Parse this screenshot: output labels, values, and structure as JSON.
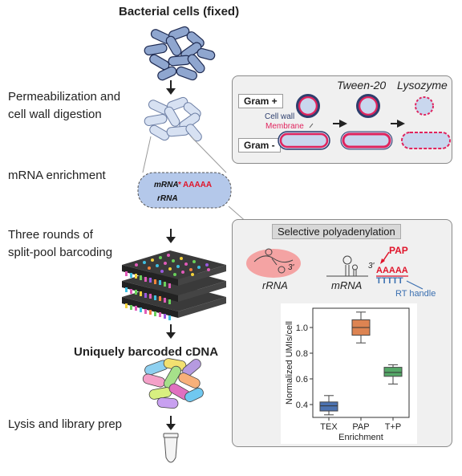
{
  "left_steps": {
    "step1": "Bacterial cells (fixed)",
    "step2_line1": "Permeabilization and",
    "step2_line2": "cell wall digestion",
    "step3": "mRNA enrichment",
    "step4_line1": "Three rounds of",
    "step4_line2": "split-pool barcoding",
    "step5": "Uniquely barcoded cDNA",
    "step6": "Lysis and library prep"
  },
  "enrichment_box": {
    "mrna": "mRNA",
    "polya": "AAAAA",
    "rrna": "rRNA"
  },
  "top_panel": {
    "gram_pos": "Gram +",
    "gram_neg": "Gram -",
    "tween": "Tween-20",
    "lysozyme": "Lysozyme",
    "cell_wall": "Cell wall",
    "membrane": "Membrane"
  },
  "bottom_panel": {
    "title": "Selective polyadenylation",
    "rrna": "rRNA",
    "mrna": "mRNA",
    "pap": "PAP",
    "three_prime": "3'",
    "polya": "AAAAA",
    "polyt": "TTTTT",
    "rt_handle": "RT handle"
  },
  "colors": {
    "membrane": "#e0245e",
    "cell_fill": "#c9d7ee",
    "cell_dark": "#2e3f6e",
    "rrna_blob": "#f4a3a3",
    "polya_red": "#e0142a",
    "rt_blue": "#3a6fb0"
  },
  "chart_data": {
    "type": "box",
    "ylabel": "Normalized UMIs/cell",
    "xlabel": "Enrichment",
    "categories": [
      "TEX",
      "PAP",
      "T+P"
    ],
    "ylim": [
      0.3,
      1.15
    ],
    "yticks": [
      0.4,
      0.6,
      0.8,
      1.0
    ],
    "ytick_labels": [
      "0.4",
      "0.6",
      "0.8",
      "1.0"
    ],
    "boxes": [
      {
        "category": "TEX",
        "min": 0.32,
        "q1": 0.35,
        "median": 0.39,
        "q3": 0.42,
        "max": 0.47,
        "color": "#4c72b0"
      },
      {
        "category": "PAP",
        "min": 0.88,
        "q1": 0.94,
        "median": 1.0,
        "q3": 1.06,
        "max": 1.12,
        "color": "#dd8452"
      },
      {
        "category": "T+P",
        "min": 0.56,
        "q1": 0.62,
        "median": 0.65,
        "q3": 0.69,
        "max": 0.71,
        "color": "#55a868"
      }
    ]
  }
}
